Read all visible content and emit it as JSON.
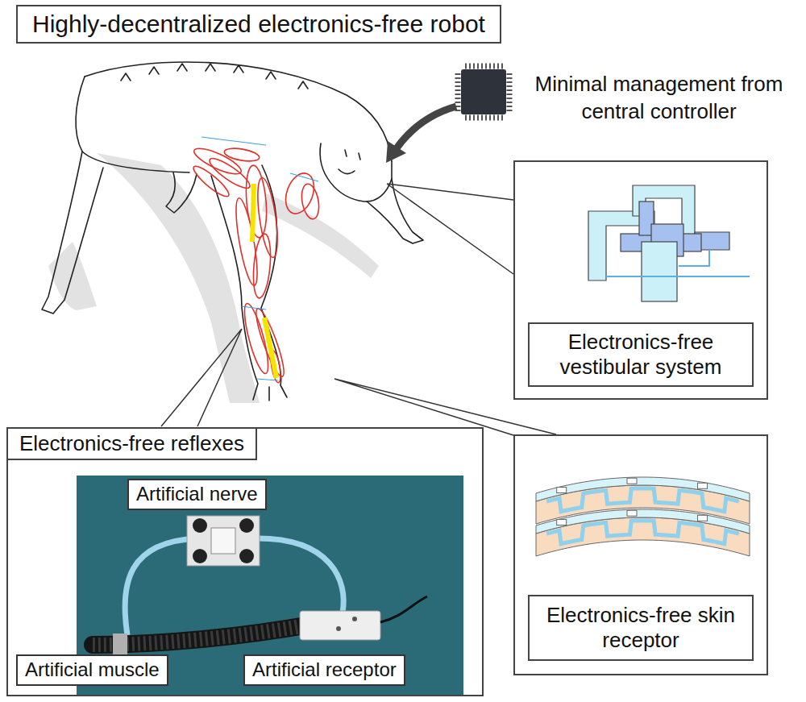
{
  "diagram": {
    "title": "Highly-decentralized electronics-free robot",
    "nodes": [
      {
        "text": [
          "Electronics-free vestibular system"
        ]
      },
      {
        "text": [
          "Electronics-free reflexes"
        ]
      },
      {
        "text": [
          "Artificial nerve"
        ],
        "in": 1
      },
      {
        "text": [
          "Artificial muscle"
        ],
        "in": 1
      },
      {
        "text": [
          "Artificial receptor"
        ],
        "in": 1
      },
      {
        "text": [
          "Electronics-free skin receptor"
        ]
      }
    ],
    "labels": [
      "Minimal management from central controller"
    ]
  }
}
